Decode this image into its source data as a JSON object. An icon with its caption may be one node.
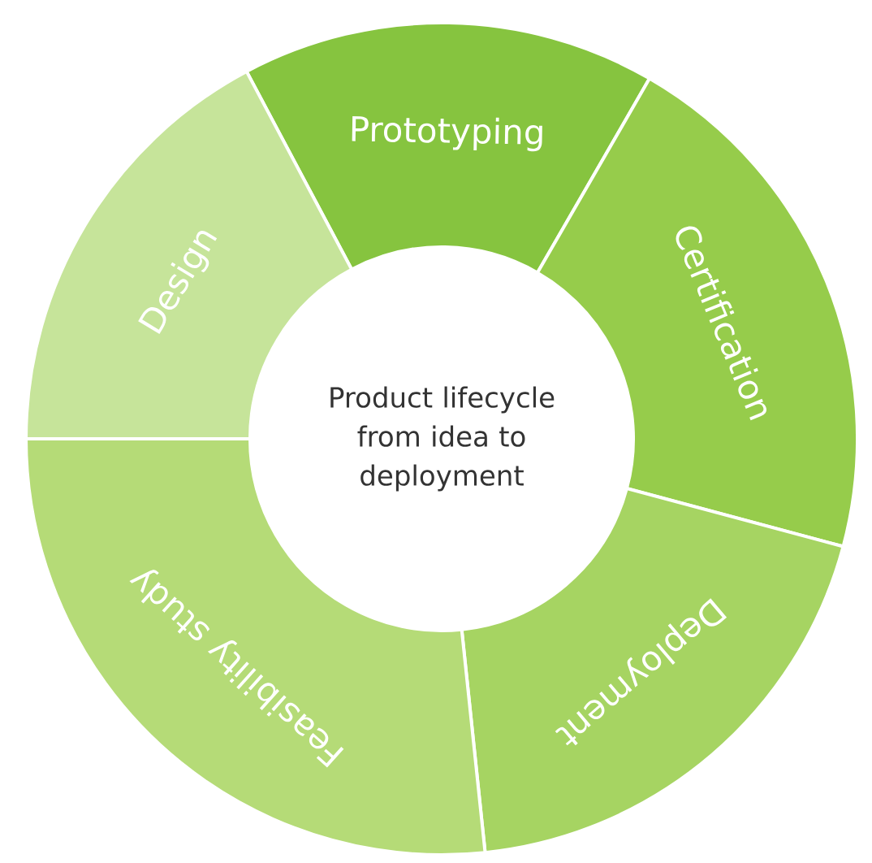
{
  "diagram": {
    "nodes": [
      {
        "text": [
          "Prototyping"
        ]
      },
      {
        "text": [
          "Certification"
        ]
      },
      {
        "text": [
          "Deployment"
        ]
      },
      {
        "text": [
          "Feasibility study"
        ]
      },
      {
        "text": [
          "Design"
        ]
      },
      {
        "text": [
          "Product lifecycle from idea to deployment"
        ]
      }
    ]
  }
}
